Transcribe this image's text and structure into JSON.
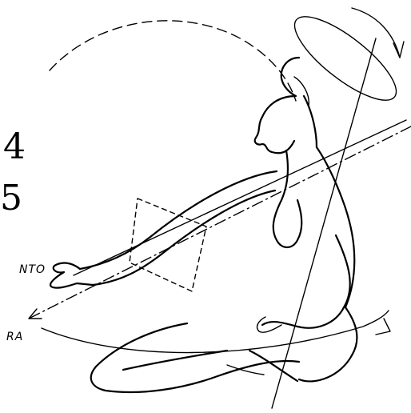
{
  "labels": {
    "left_top": "4",
    "left_mid": "5",
    "side_mid": "NTO",
    "side_bottom": "RA"
  },
  "colors": {
    "ink": "#000000",
    "paper": "#ffffff"
  }
}
